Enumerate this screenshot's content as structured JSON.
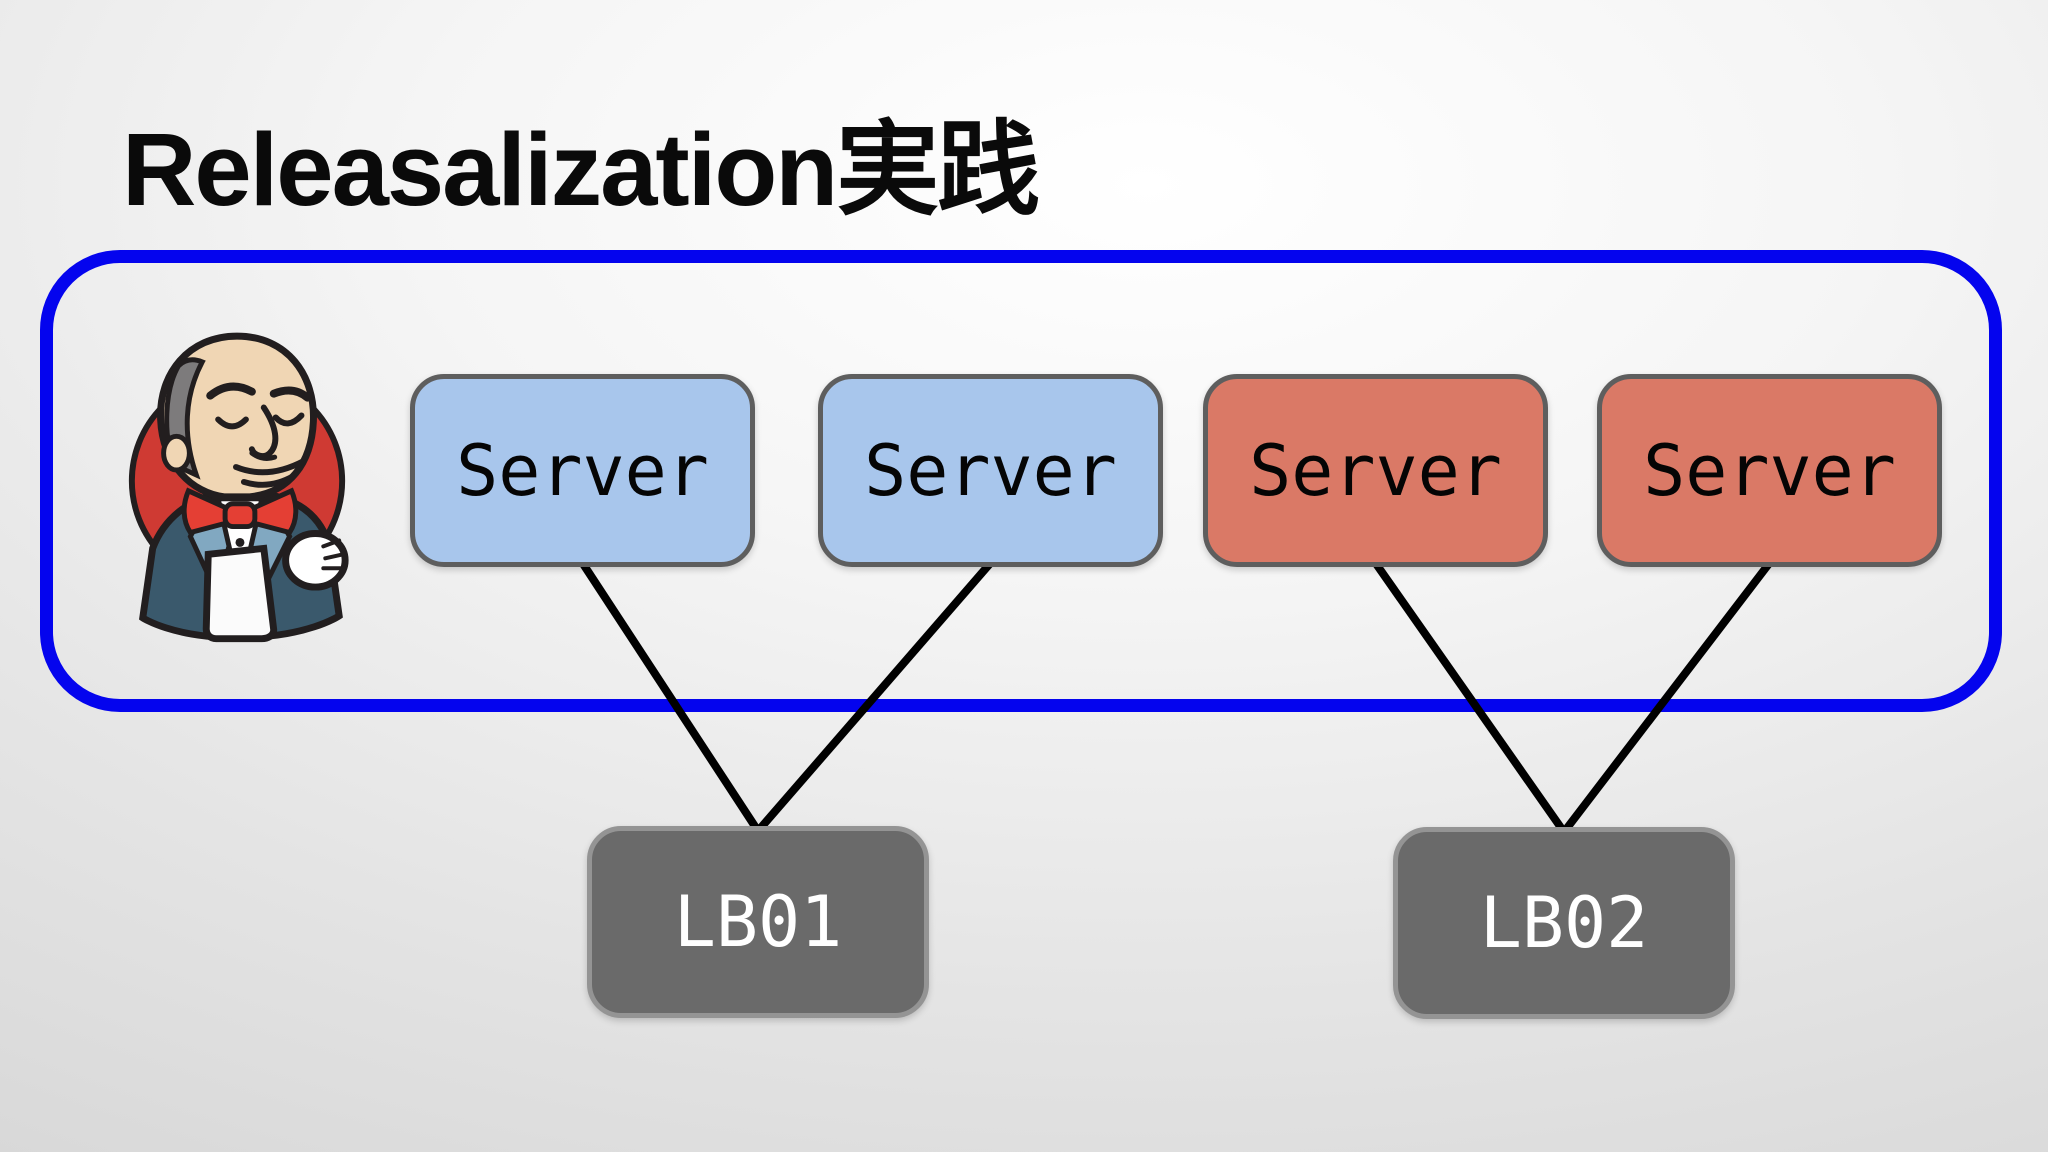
{
  "slide": {
    "title": "Releasalization実践"
  },
  "colors": {
    "container_border": "#0404ee",
    "server_blue": "#a8c6ec",
    "server_red": "#da7966",
    "node_border": "#5e5e5e",
    "lb_fill": "#6a6a6a",
    "lb_border": "#949494",
    "lb_text": "#ffffff",
    "connector": "#000000",
    "title_text": "#0a0a0a",
    "jenkins_circle": "#cf3a33",
    "jenkins_suit": "#3a596c",
    "jenkins_bowtie": "#e43f34"
  },
  "diagram": {
    "cluster": {
      "logo": "jenkins-mascot-logo"
    },
    "servers": [
      {
        "id": "server-1",
        "label": "Server",
        "group": "blue"
      },
      {
        "id": "server-2",
        "label": "Server",
        "group": "blue"
      },
      {
        "id": "server-3",
        "label": "Server",
        "group": "red"
      },
      {
        "id": "server-4",
        "label": "Server",
        "group": "red"
      }
    ],
    "load_balancers": [
      {
        "id": "lb-1",
        "label": "LB01"
      },
      {
        "id": "lb-2",
        "label": "LB02"
      }
    ],
    "connections": [
      {
        "from": "server-1",
        "to": "lb-1"
      },
      {
        "from": "server-2",
        "to": "lb-1"
      },
      {
        "from": "server-3",
        "to": "lb-2"
      },
      {
        "from": "server-4",
        "to": "lb-2"
      }
    ]
  }
}
